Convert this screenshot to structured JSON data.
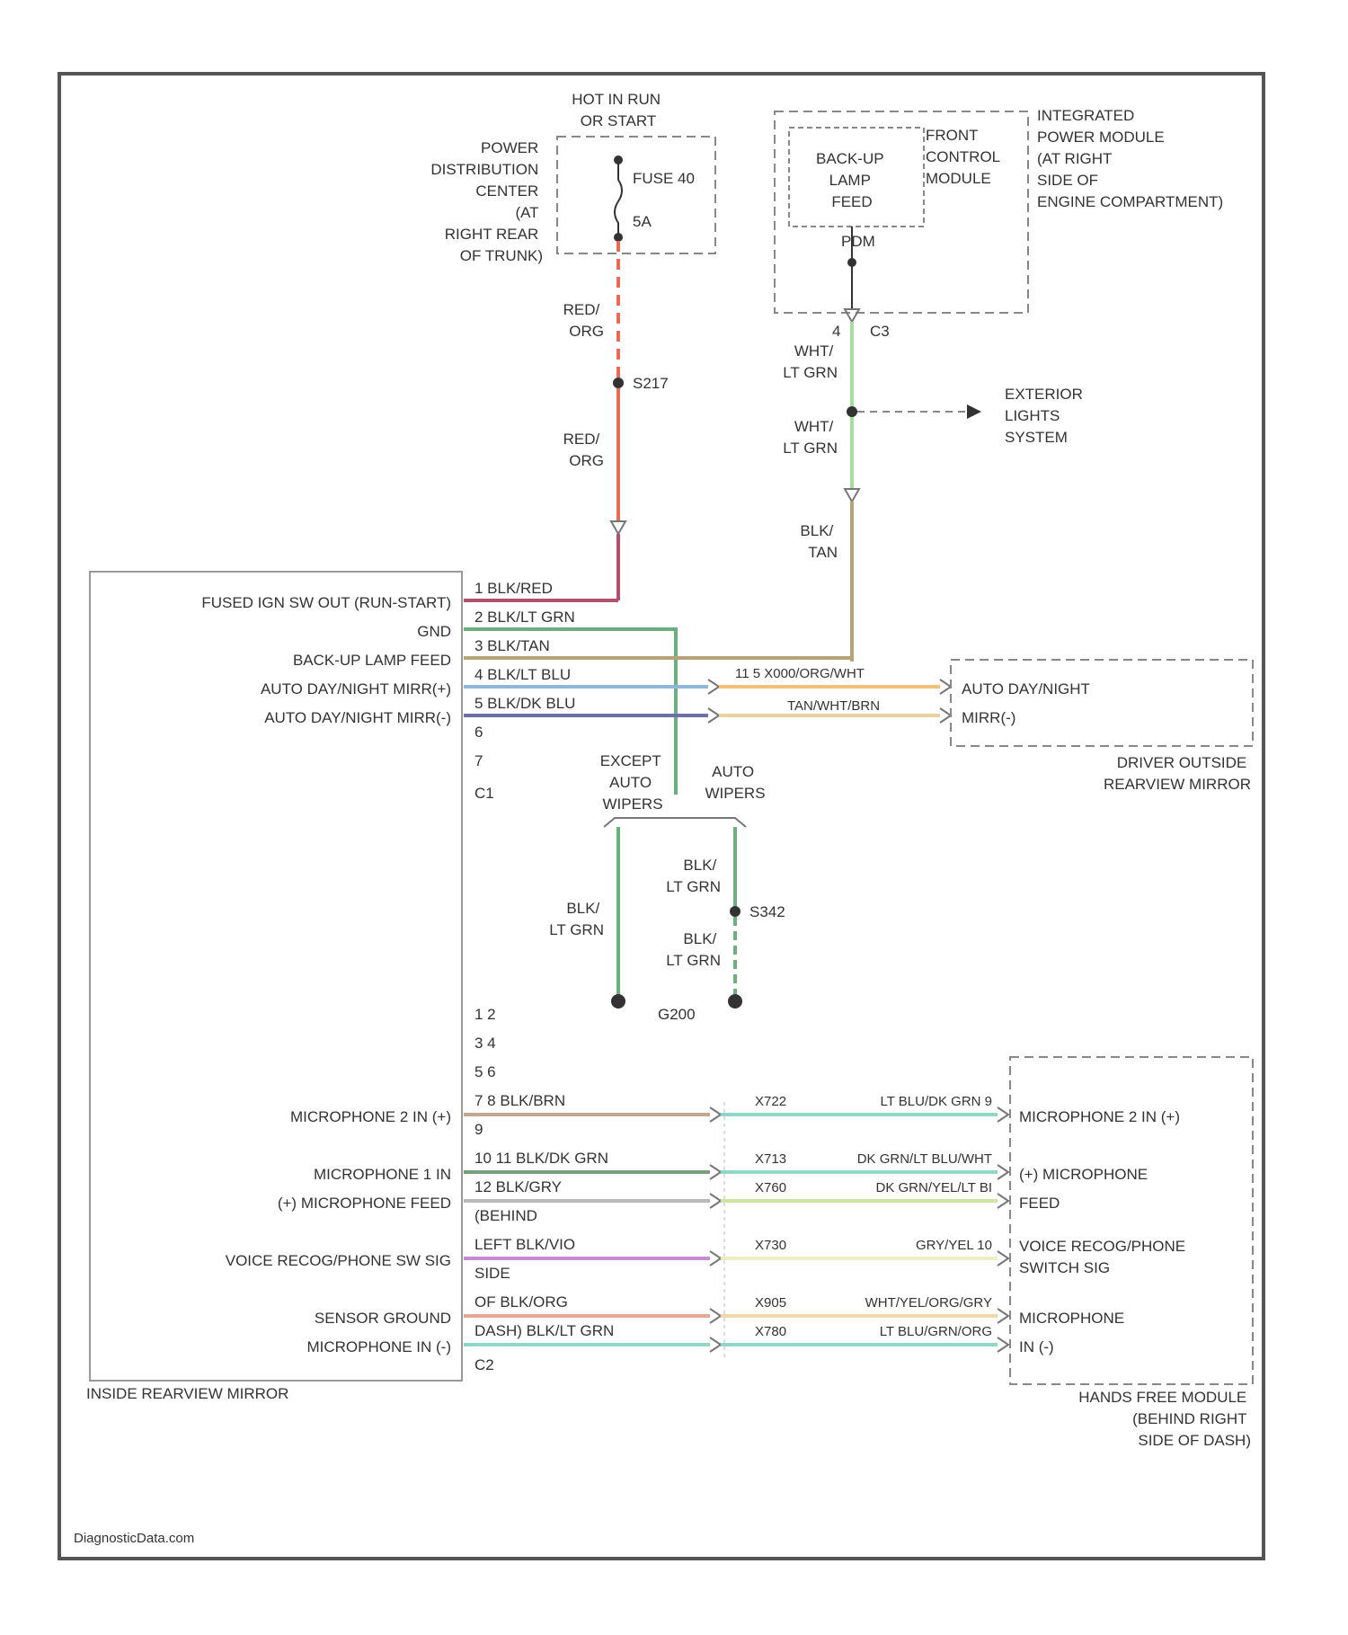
{
  "watermark": "DiagnosticData.com",
  "labels": {
    "hot_in_run": [
      "HOT IN RUN",
      "OR START"
    ],
    "pdc": [
      "POWER",
      "DISTRIBUTION",
      "CENTER",
      "(AT",
      "RIGHT REAR",
      "OF TRUNK)"
    ],
    "fuse": "FUSE 40",
    "fuse_amp": "5A",
    "ipm": [
      "INTEGRATED",
      "POWER MODULE",
      "(AT RIGHT",
      "SIDE OF",
      "ENGINE COMPARTMENT)"
    ],
    "backup_feed": [
      "BACK-UP",
      "LAMP",
      "FEED"
    ],
    "fcm": [
      "FRONT",
      "CONTROL",
      "MODULE"
    ],
    "pdm": "PDM",
    "c3_pin": "4",
    "c3": "C3",
    "ext_lights": [
      "EXTERIOR",
      "LIGHTS",
      "SYSTEM"
    ],
    "splice_s217": "S217",
    "wire_red_org_1": [
      "RED/",
      "ORG"
    ],
    "wire_red_org_2": [
      "RED/",
      "ORG"
    ],
    "wire_wht_ltgrn_1": [
      "WHT/",
      "LT GRN"
    ],
    "wire_wht_ltgrn_2": [
      "WHT/",
      "LT GRN"
    ],
    "wire_blk_tan": [
      "BLK/",
      "TAN"
    ],
    "mirror_left": [
      "FUSED IGN SW OUT (RUN-START)",
      "GND",
      "BACK-UP LAMP FEED",
      "AUTO DAY/NIGHT MIRR(+)",
      "AUTO DAY/NIGHT MIRR(-)"
    ],
    "c1_rows": [
      "1  BLK/RED",
      "2  BLK/LT GRN",
      "3  BLK/TAN",
      "4  BLK/LT BLU",
      "5  BLK/DK BLU",
      "6",
      "7",
      "C1"
    ],
    "mid_wires": [
      "11  5  X000/ORG/WHT",
      "TAN/WHT/BRN"
    ],
    "driver_mirror_pins": [
      "AUTO DAY/NIGHT",
      "MIRR(-)"
    ],
    "driver_mirror_title": [
      "DRIVER OUTSIDE",
      "REARVIEW MIRROR"
    ],
    "except_auto": [
      "EXCEPT",
      "AUTO",
      "WIPERS"
    ],
    "auto_wipers": [
      "AUTO",
      "WIPERS"
    ],
    "blk_ltgrn_left": [
      "BLK/",
      "LT GRN"
    ],
    "blk_ltgrn_r1": [
      "BLK/",
      "LT GRN"
    ],
    "blk_ltgrn_r2": [
      "BLK/",
      "LT GRN"
    ],
    "splice_s342": "S342",
    "ground_g200": "G200",
    "c2_rows": [
      "1  2",
      "3  4",
      "5  6",
      "7  8  BLK/BRN",
      "9",
      "10  11  BLK/DK GRN",
      "12  BLK/GRY",
      "(BEHIND",
      "LEFT  BLK/VIO",
      "SIDE",
      "OF  BLK/ORG",
      "DASH)  BLK/LT GRN",
      "C2"
    ],
    "mirror_lower": [
      "MICROPHONE 2 IN (+)",
      "MICROPHONE 1 IN",
      "(+) MICROPHONE FEED",
      "VOICE RECOG/PHONE SW SIG",
      "SENSOR GROUND",
      "MICROPHONE IN (-)"
    ],
    "inside_mirror_title": "INSIDE REARVIEW MIRROR",
    "right_circuits": [
      "X722",
      "X713",
      "X760",
      "X730",
      "X905",
      "X780"
    ],
    "right_colors": [
      "LT BLU/DK GRN  9",
      "DK GRN/LT BLU/WHT",
      "DK GRN/YEL/LT  BI",
      "GRY/YEL  10",
      "WHT/YEL/ORG/GRY",
      "LT BLU/GRN/ORG"
    ],
    "hfm_pins": [
      "MICROPHONE 2 IN (+)",
      "(+) MICROPHONE",
      "FEED",
      "VOICE RECOG/PHONE",
      "SWITCH SIG",
      "MICROPHONE",
      "IN (-)"
    ],
    "hfm_title": [
      "HANDS FREE MODULE",
      "(BEHIND RIGHT",
      "SIDE OF DASH)"
    ]
  },
  "colors": {
    "red_org": "#e86a5a",
    "wht_ltgrn": "#a8dca0",
    "blk_red": "#b0506a",
    "blk_ltgrn": "#6fae7e",
    "blk_tan": "#b5a47a",
    "blk_ltblu": "#8fb8d8",
    "blk_dkblu": "#6f6fa8",
    "orange": "#f2c07a",
    "tan": "#e9d2a0",
    "blk_brn": "#bfa890",
    "blk_dkgrn": "#76a07a",
    "blk_gry": "#b8b8b8",
    "blk_vio": "#c88ad6",
    "blk_org": "#e8a890",
    "ltblu_dkgrn": "#8fd8c8",
    "yel_grn": "#cfe6a0",
    "gry_yel": "#eeeec0",
    "wht_yel": "#f0d8a8"
  }
}
